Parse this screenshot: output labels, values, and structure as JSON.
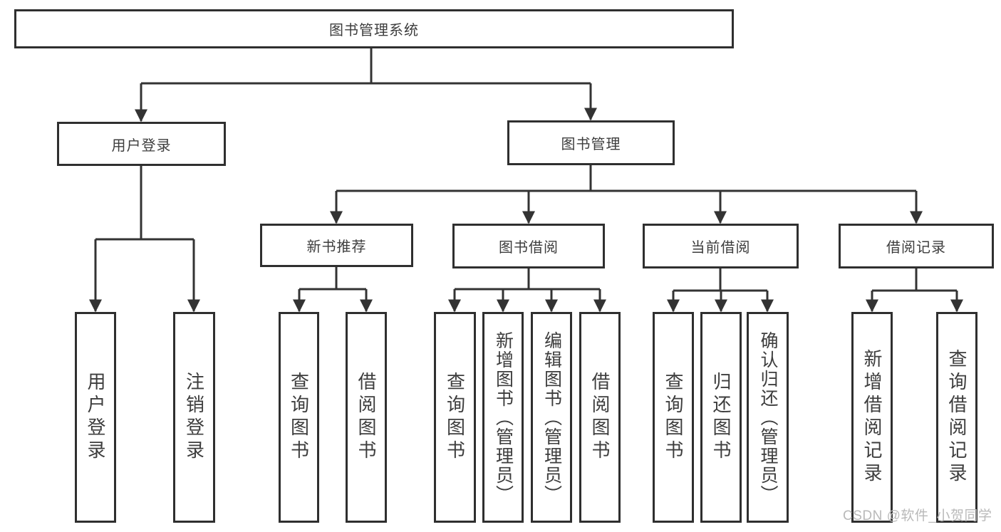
{
  "tree": {
    "label": "图书管理系统",
    "children": [
      {
        "label": "用户登录",
        "children": [
          {
            "label": "用户登录"
          },
          {
            "label": "注销登录"
          }
        ]
      },
      {
        "label": "图书管理",
        "children": [
          {
            "label": "新书推荐",
            "children": [
              {
                "label": "查询图书"
              },
              {
                "label": "借阅图书"
              }
            ]
          },
          {
            "label": "图书借阅",
            "children": [
              {
                "label": "查询图书"
              },
              {
                "label": "新增图书（管理员）"
              },
              {
                "label": "编辑图书（管理员）"
              },
              {
                "label": "借阅图书"
              }
            ]
          },
          {
            "label": "当前借阅",
            "children": [
              {
                "label": "查询图书"
              },
              {
                "label": "归还图书"
              },
              {
                "label": "确认归还（管理员）"
              }
            ]
          },
          {
            "label": "借阅记录",
            "children": [
              {
                "label": "新增借阅记录"
              },
              {
                "label": "查询借阅记录"
              }
            ]
          }
        ]
      }
    ]
  },
  "watermark": {
    "text": "CSDN @软件_小贺同学"
  },
  "colors": {
    "line": "#333333",
    "box_border": "#2f2f2f",
    "text": "#3d3d3d",
    "watermark": "#b9b9b9",
    "background": "#ffffff"
  }
}
